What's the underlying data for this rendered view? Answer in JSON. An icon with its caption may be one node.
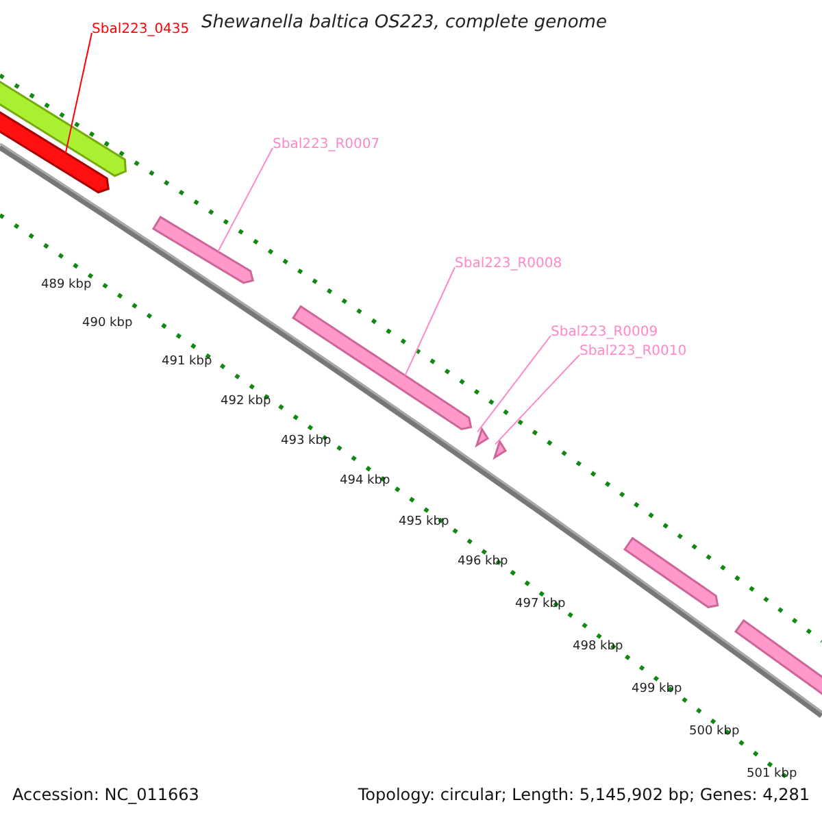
{
  "diagram": {
    "title": "Shewanella baltica OS223, complete genome",
    "nodes": [
      {
        "text": [
          "Sbal223_0435"
        ]
      },
      {
        "text": [],
        "shape": "bar"
      },
      {
        "text": [],
        "shape": "bar"
      },
      {
        "text": [
          "Sbal223_R0007"
        ]
      },
      {
        "text": [],
        "shape": "bar"
      },
      {
        "text": [
          "Sbal223_R0008"
        ]
      },
      {
        "text": [],
        "shape": "bar"
      },
      {
        "text": [
          "Sbal223_R0009"
        ]
      },
      {
        "text": [
          "Sbal223_R0010"
        ]
      },
      {
        "text": [],
        "shape": "bar"
      },
      {
        "text": [],
        "shape": "bar"
      },
      {
        "text": [],
        "shape": "bar"
      },
      {
        "text": [],
        "shape": "bar"
      }
    ],
    "edges": [
      {
        "from": 0,
        "to": 2,
        "arrow": "none",
        "color": "#ff0000"
      },
      {
        "from": 3,
        "to": 4,
        "arrow": "none"
      },
      {
        "from": 5,
        "to": 6,
        "arrow": "none"
      },
      {
        "from": 7,
        "to": 9,
        "arrow": "none"
      },
      {
        "from": 8,
        "to": 10,
        "arrow": "none"
      }
    ],
    "labels": [
      "489 kbp",
      "490 kbp",
      "491 kbp",
      "492 kbp",
      "493 kbp",
      "494 kbp",
      "495 kbp",
      "496 kbp",
      "497 kbp",
      "498 kbp",
      "499 kbp",
      "500 kbp",
      "501 kbp",
      "Accession: NC_011663",
      "Topology: circular; Length: 5,145,902 bp; Genes: 4,281"
    ]
  }
}
